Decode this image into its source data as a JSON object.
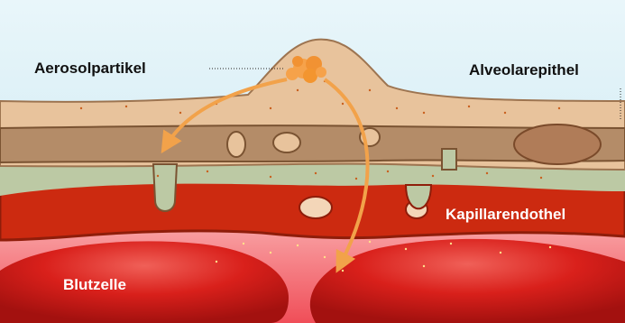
{
  "labels": {
    "aerosol": "Aerosolpartikel",
    "epithelium": "Alveolarepithel",
    "endothelium": "Kapillarendothel",
    "blood_cell": "Blutzelle"
  },
  "colors": {
    "air": "#cfeaf3",
    "epithelium": "#e8c39c",
    "epithelium_outline": "#9d7450",
    "interstitium": "#b48c68",
    "cell_nucleus": "#b07c58",
    "basement": "#bcc9a4",
    "endothelium": "#cc2a10",
    "endothelium_dark": "#8f1d0a",
    "plasma": "#f35c64",
    "blood_cell": "#d9201b",
    "aerosol": "#f6a24a",
    "arrow": "#f2a24a"
  },
  "icons": {
    "aerosol_particle": "aerosol-cluster-icon",
    "transport_arrow": "curved-arrow-icon"
  }
}
